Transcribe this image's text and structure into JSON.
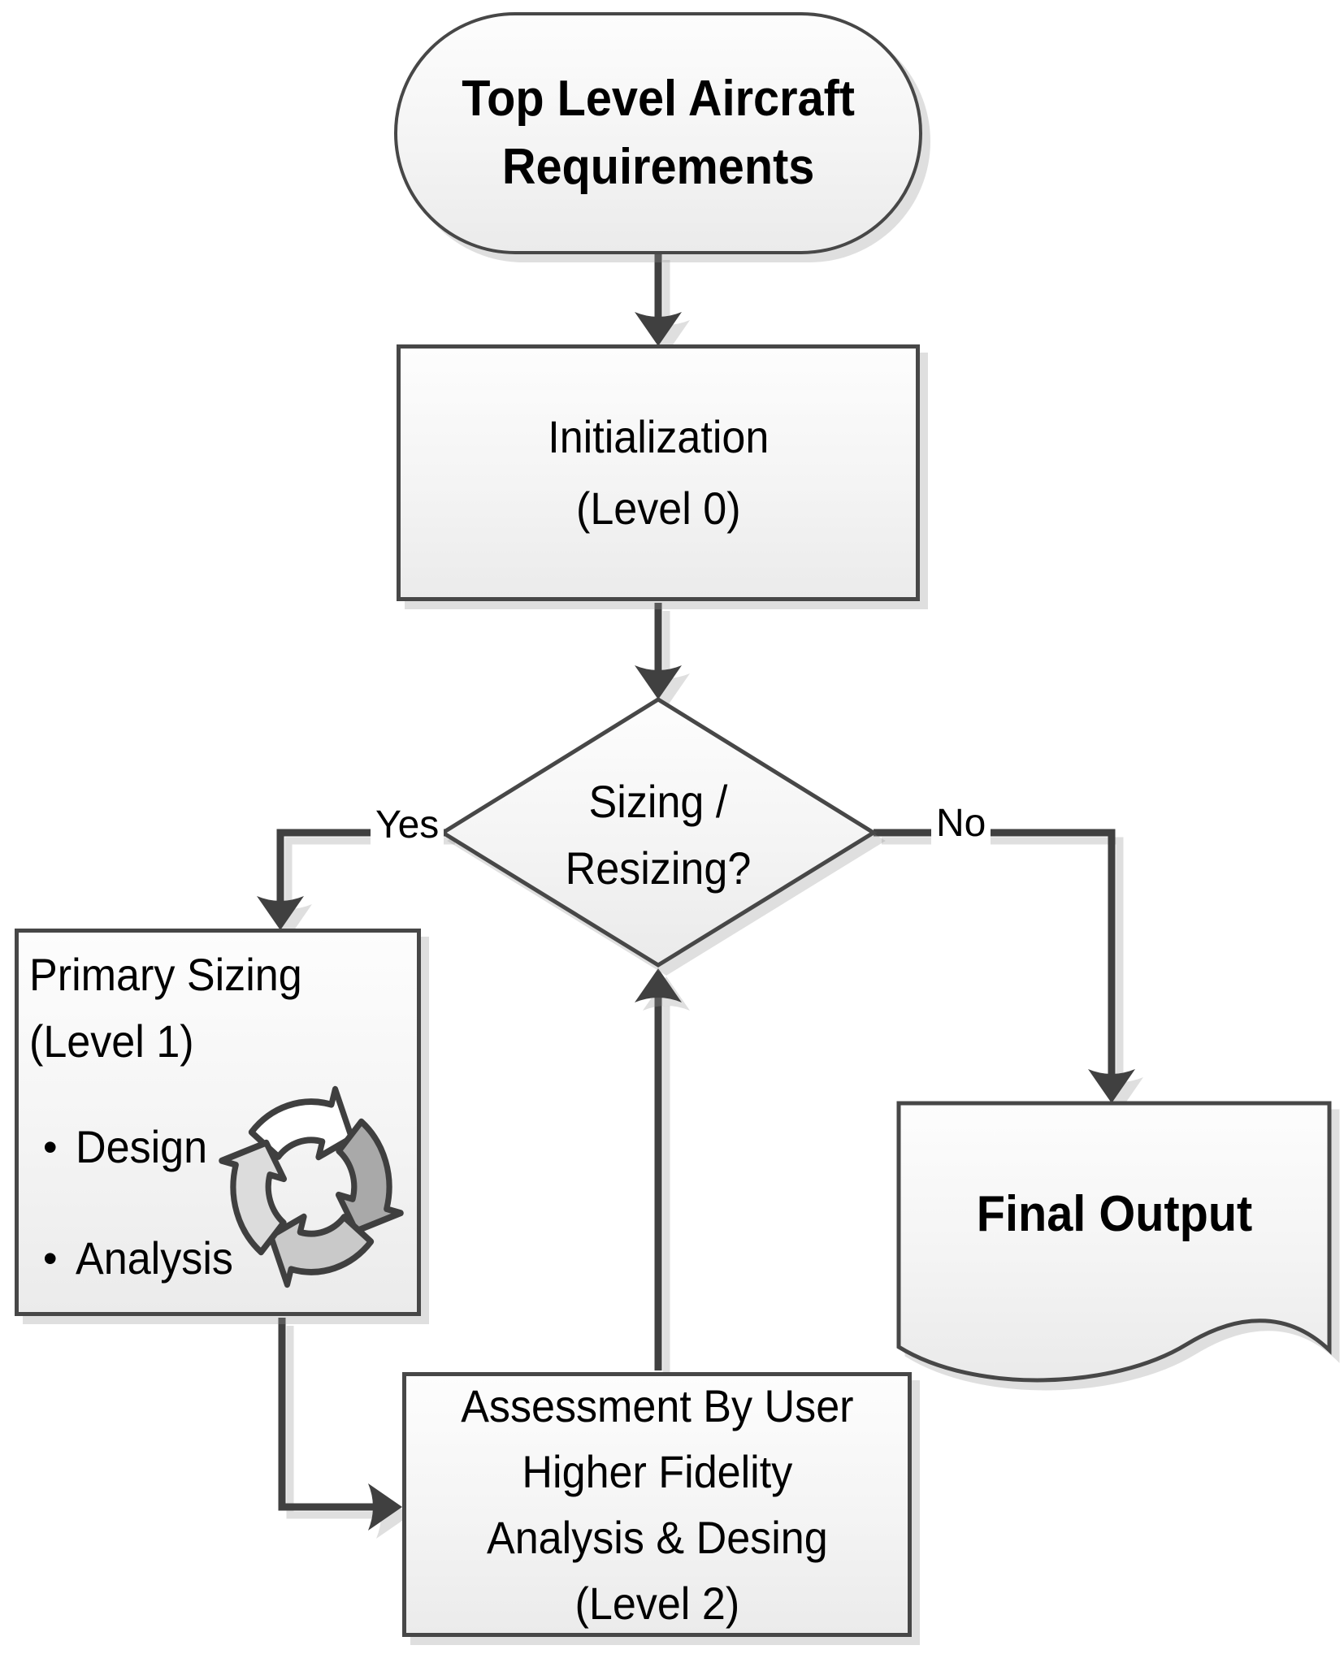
{
  "diagram": {
    "nodes": {
      "start": "Top Level Aircraft\nRequirements",
      "initialization": "Initialization\n(Level 0)",
      "decision": "Sizing /\nResizing?",
      "primary_title": "Primary Sizing\n(Level 1)",
      "bullet_glyph": "•",
      "primary_bullets": [
        "Design",
        "Analysis"
      ],
      "assessment": "Assessment By User\nHigher Fidelity\nAnalysis & Desing\n(Level 2)",
      "final_output": "Final Output"
    },
    "edges": {
      "yes_label": "Yes",
      "no_label": "No"
    },
    "colors": {
      "line": "#404040",
      "border": "#474747",
      "fill_top": "#fdfdfd",
      "fill_bottom": "#ebebeb",
      "shadow": "#d9d9d9",
      "cycle_top": "#ffffff",
      "cycle_right": "#a9a9a9",
      "cycle_bottom": "#c9c9c9",
      "cycle_left": "#dcdcdc",
      "text": "#000000"
    }
  }
}
